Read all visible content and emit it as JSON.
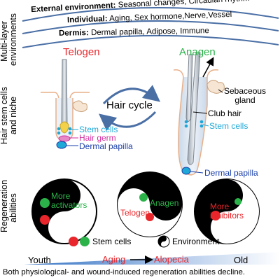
{
  "side_labels": {
    "multilayer": [
      "Multi-layer",
      "environments"
    ],
    "stem_cells": [
      "Hair stem cells",
      "and niche"
    ],
    "regeneration": [
      "Regeneration",
      "abilities"
    ]
  },
  "layers": {
    "external_title": "External environment:",
    "external_items": "Seasonal changes, Circadian rhythm",
    "individual_title": "Individual:",
    "individual_items": "Aging, Sex hormone,Nerve,Vessel",
    "dermis_title": "Dermis:",
    "dermis_items": "Dermal papilla, Adipose, Immune"
  },
  "hair": {
    "telogen": "Telogen",
    "anagen": "Anagen",
    "cycle": "Hair cycle",
    "sebaceous": [
      "Sebaceous",
      "gland"
    ],
    "club_hair": "Club hair",
    "stem_cells_right": "Stem cells",
    "stem_cells_left": "Stem cells",
    "hair_germ": "Hair germ",
    "dermal_papilla_left": "Dermal papilla",
    "dermal_papilla_right": "Dermal papilla"
  },
  "regeneration": {
    "circle1": [
      "More",
      "activators"
    ],
    "circle2_anagen": "Anagen",
    "circle2_telogen": "Telogen",
    "circle3": [
      "More",
      "inhibitors"
    ],
    "legend_stem": "Stem cells",
    "legend_env": "Environment"
  },
  "age_bar": {
    "youth": "Youth",
    "aging": "Aging",
    "alopecia": "Alopecia",
    "old": "Old"
  },
  "caption": "Both physiological- and wound-induced regeneration abilities decline.",
  "colors": {
    "telogen_red": "#e8262b",
    "anagen_green": "#2bb34a",
    "stem_cyan": "#1ea8d8",
    "germ_magenta": "#d42ea0",
    "papilla_blue": "#1a3fa8",
    "arc_blue": "#4a6fa5",
    "gradient_blue": "#2f6fc2"
  }
}
